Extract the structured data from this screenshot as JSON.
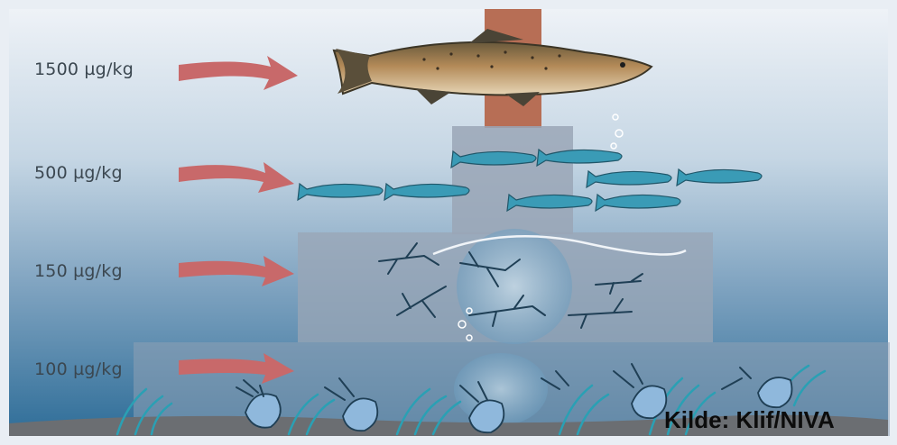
{
  "levels": [
    {
      "concentration": "1500 µg/kg",
      "organism": "trout"
    },
    {
      "concentration": "500 µg/kg",
      "organism": "small-fish"
    },
    {
      "concentration": "150 µg/kg",
      "organism": "zooplankton"
    },
    {
      "concentration": "100 µg/kg",
      "organism": "benthic-invertebrates"
    }
  ],
  "credit": "Kilde: Klif/NIVA",
  "colors": {
    "water_top": "#eef2f7",
    "water_bottom": "#2e6d98",
    "arrow": "#c8696a",
    "pyramid_block": "#9aa6b6",
    "pillar": "#b76e55",
    "small_fish": "#3a9bb6",
    "trout": "#a87c4e",
    "seabed": "#6b6e72"
  }
}
